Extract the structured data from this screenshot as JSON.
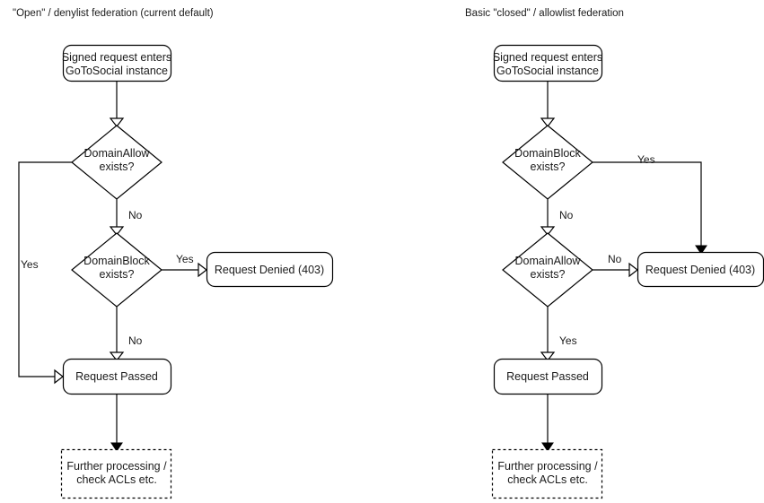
{
  "panels": [
    {
      "title": "\"Open\" / denylist federation (current default)",
      "nodes": {
        "start": "Signed request enters\nGoToSocial instance",
        "start_line1": "Signed request enters",
        "start_line2": "GoToSocial instance",
        "decision1_line1": "DomainAllow",
        "decision1_line2": "exists?",
        "decision2_line1": "DomainBlock",
        "decision2_line2": "exists?",
        "denied": "Request Denied (403)",
        "passed": "Request Passed",
        "further_line1": "Further processing /",
        "further_line2": "check ACLs etc."
      },
      "edge_labels": {
        "decision1_yes": "Yes",
        "decision1_no": "No",
        "decision2_yes": "Yes",
        "decision2_no": "No"
      }
    },
    {
      "title": "Basic \"closed\" / allowlist federation",
      "nodes": {
        "start": "Signed request enters\nGoToSocial instance",
        "start_line1": "Signed request enters",
        "start_line2": "GoToSocial instance",
        "decision1_line1": "DomainBlock",
        "decision1_line2": "exists?",
        "decision2_line1": "DomainAllow",
        "decision2_line2": "exists?",
        "denied": "Request Denied (403)",
        "passed": "Request Passed",
        "further_line1": "Further processing /",
        "further_line2": "check ACLs etc."
      },
      "edge_labels": {
        "decision1_yes": "Yes",
        "decision1_no": "No",
        "decision2_no": "No",
        "decision2_yes": "Yes"
      }
    }
  ],
  "colors": {
    "background": "#ffffff",
    "stroke": "#000000",
    "text": "#1a1a1a"
  }
}
